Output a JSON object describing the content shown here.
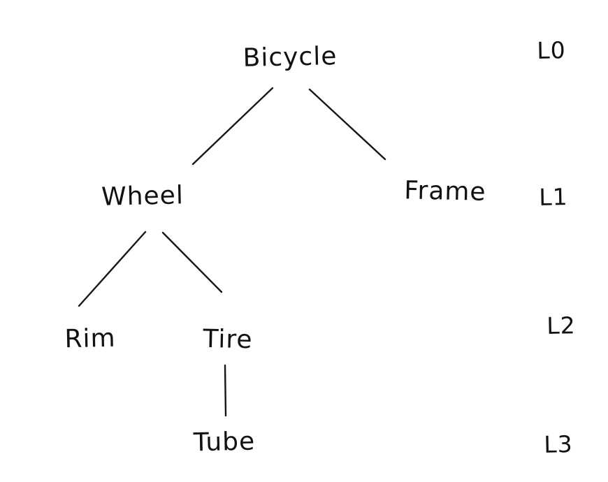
{
  "diagram": {
    "type": "tree",
    "description": "Hand-drawn component hierarchy tree of a bicycle with depth level labels",
    "colors": {
      "background": "#ffffff",
      "ink": "#121212"
    },
    "nodes": [
      {
        "id": "bicycle",
        "label": "Bicycle",
        "level": 0,
        "parent": null
      },
      {
        "id": "wheel",
        "label": "Wheel",
        "level": 1,
        "parent": "bicycle"
      },
      {
        "id": "frame",
        "label": "Frame",
        "level": 1,
        "parent": "bicycle"
      },
      {
        "id": "rim",
        "label": "Rim",
        "level": 2,
        "parent": "wheel"
      },
      {
        "id": "tire",
        "label": "Tire",
        "level": 2,
        "parent": "wheel"
      },
      {
        "id": "tube",
        "label": "Tube",
        "level": 3,
        "parent": "tire"
      }
    ],
    "edges": [
      {
        "from": "bicycle",
        "to": "wheel"
      },
      {
        "from": "bicycle",
        "to": "frame"
      },
      {
        "from": "wheel",
        "to": "rim"
      },
      {
        "from": "wheel",
        "to": "tire"
      },
      {
        "from": "tire",
        "to": "tube"
      }
    ],
    "level_labels": [
      {
        "label": "L0",
        "level": 0
      },
      {
        "label": "L1",
        "level": 1
      },
      {
        "label": "L2",
        "level": 2
      },
      {
        "label": "L3",
        "level": 3
      }
    ]
  }
}
